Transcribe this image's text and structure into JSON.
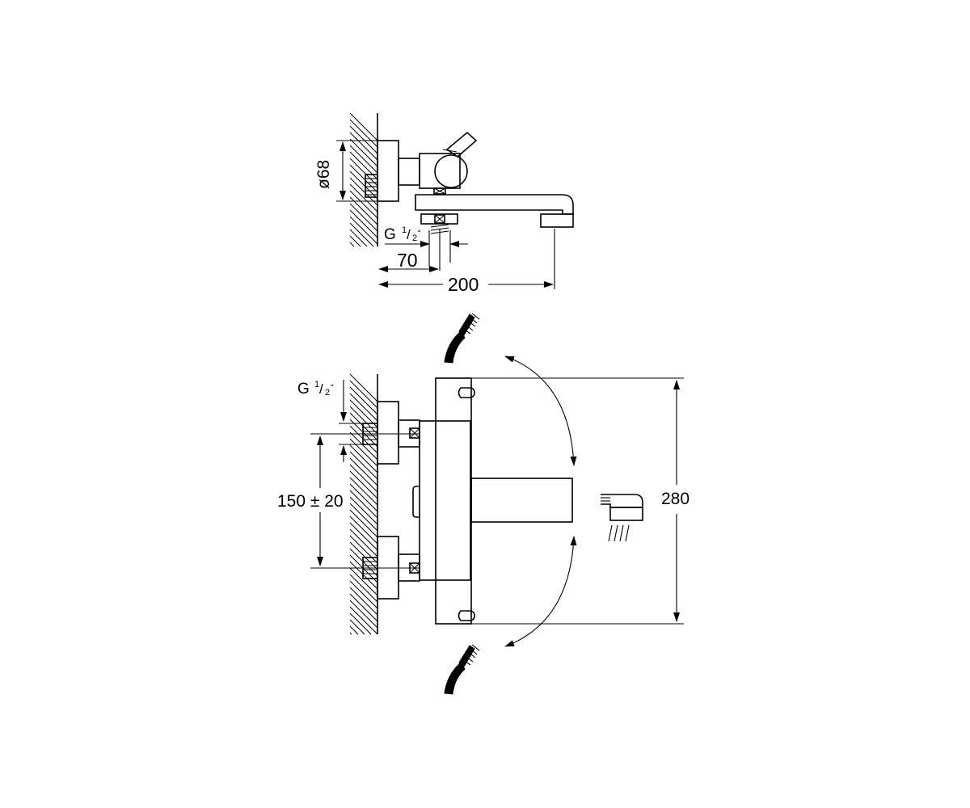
{
  "side_view": {
    "diameter_label": "ø68",
    "thread_label": "G",
    "thread_fraction_num": "1",
    "thread_fraction_den": "2",
    "thread_quote": "“",
    "dim_70": "70",
    "dim_200": "200"
  },
  "front_view": {
    "thread_label": "G",
    "thread_fraction_num": "1",
    "thread_fraction_den": "2",
    "thread_quote": "“",
    "dim_spacing": "150 ± 20",
    "dim_height": "280"
  }
}
